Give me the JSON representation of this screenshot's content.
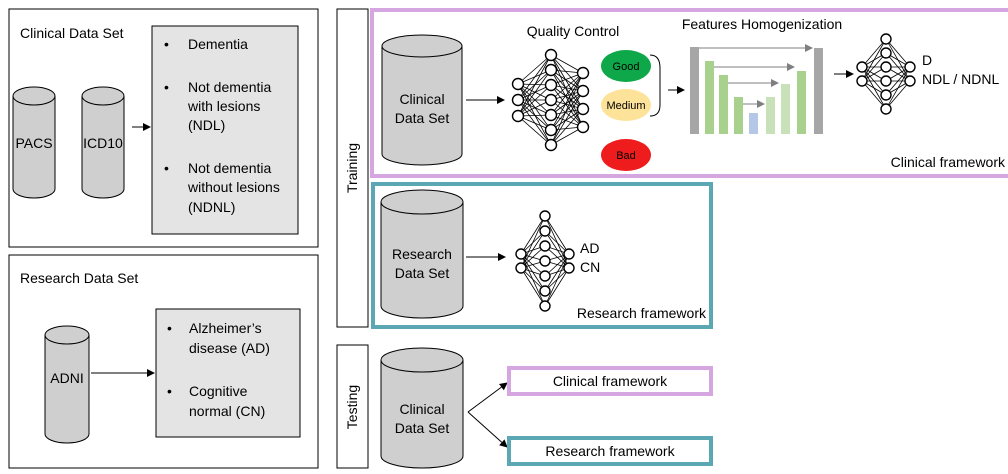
{
  "clinical_dataset_panel": {
    "title": "Clinical Data Set",
    "sources": [
      "PACS",
      "ICD10"
    ],
    "labels": [
      [
        "Dementia"
      ],
      [
        "Not dementia",
        "with lesions",
        "(NDL)"
      ],
      [
        "Not dementia",
        "without lesions",
        "(NDNL)"
      ]
    ]
  },
  "research_dataset_panel": {
    "title": "Research Data Set",
    "source": "ADNI",
    "labels": [
      [
        "Alzheimer’s",
        "disease (AD)"
      ],
      [
        "Cognitive",
        "normal (CN)"
      ]
    ]
  },
  "training": {
    "label": "Training",
    "clinical_framework": {
      "dataset": [
        "Clinical",
        "Data Set"
      ],
      "quality_control_title": "Quality Control",
      "quality_levels": [
        "Good",
        "Medium",
        "Bad"
      ],
      "homogenization_title": "Features Homogenization",
      "outputs": [
        "D",
        "NDL / NDNL"
      ],
      "caption": "Clinical framework"
    },
    "research_framework": {
      "dataset": [
        "Research",
        "Data Set"
      ],
      "outputs": [
        "AD",
        "CN"
      ],
      "caption": "Research framework"
    }
  },
  "testing": {
    "label": "Testing",
    "dataset": [
      "Clinical",
      "Data Set"
    ],
    "targets": [
      "Clinical framework",
      "Research framework"
    ]
  },
  "colors": {
    "clinical_frame": "#d5a6e0",
    "research_frame": "#5ba8b4",
    "cylinder_fill": "#d0cfcf",
    "label_box_fill": "#e4e4e4",
    "good": "#0ea84a",
    "medium": "#fde39a",
    "bad": "#ee1c1c",
    "bar_gray": "#a6a6a6",
    "bar_green": "#a9d18e",
    "bar_blue": "#b4c7e7"
  }
}
